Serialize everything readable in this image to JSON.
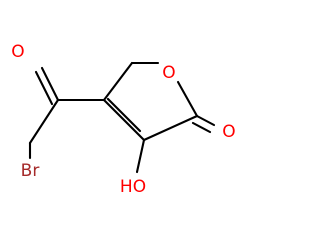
{
  "colors": {
    "bond": "#000000",
    "oxygen": "#ff0000",
    "bromine": "#a52a2a",
    "background": "#ffffff"
  },
  "atoms": {
    "ketone_oxygen": "O",
    "ring_oxygen": "O",
    "carbonyl_oxygen": "O",
    "hydroxyl": "HO",
    "bromine": "Br"
  }
}
